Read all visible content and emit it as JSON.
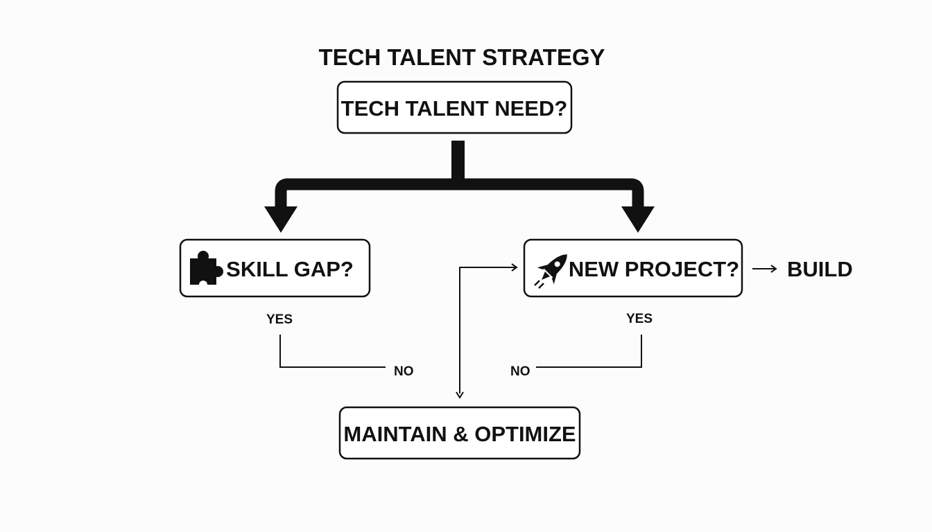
{
  "diagram": {
    "title": "TECH TALENT STRATEGY",
    "nodes": {
      "need": {
        "label": "TECH TALENT NEED?"
      },
      "skill_gap": {
        "label": "SKILL GAP?",
        "icon": "puzzle-piece-icon"
      },
      "new_project": {
        "label": "NEW PROJECT?",
        "icon": "rocket-icon"
      },
      "maintain": {
        "label": "MAINTAIN & OPTIMIZE"
      },
      "build": {
        "label": "BUILD"
      }
    },
    "edge_labels": {
      "skill_gap_yes": "YES",
      "skill_gap_no": "NO",
      "new_project_yes": "YES",
      "new_project_no": "NO"
    },
    "colors": {
      "ink": "#111111",
      "background": "#fcfcfc",
      "box_fill": "#ffffff"
    }
  }
}
